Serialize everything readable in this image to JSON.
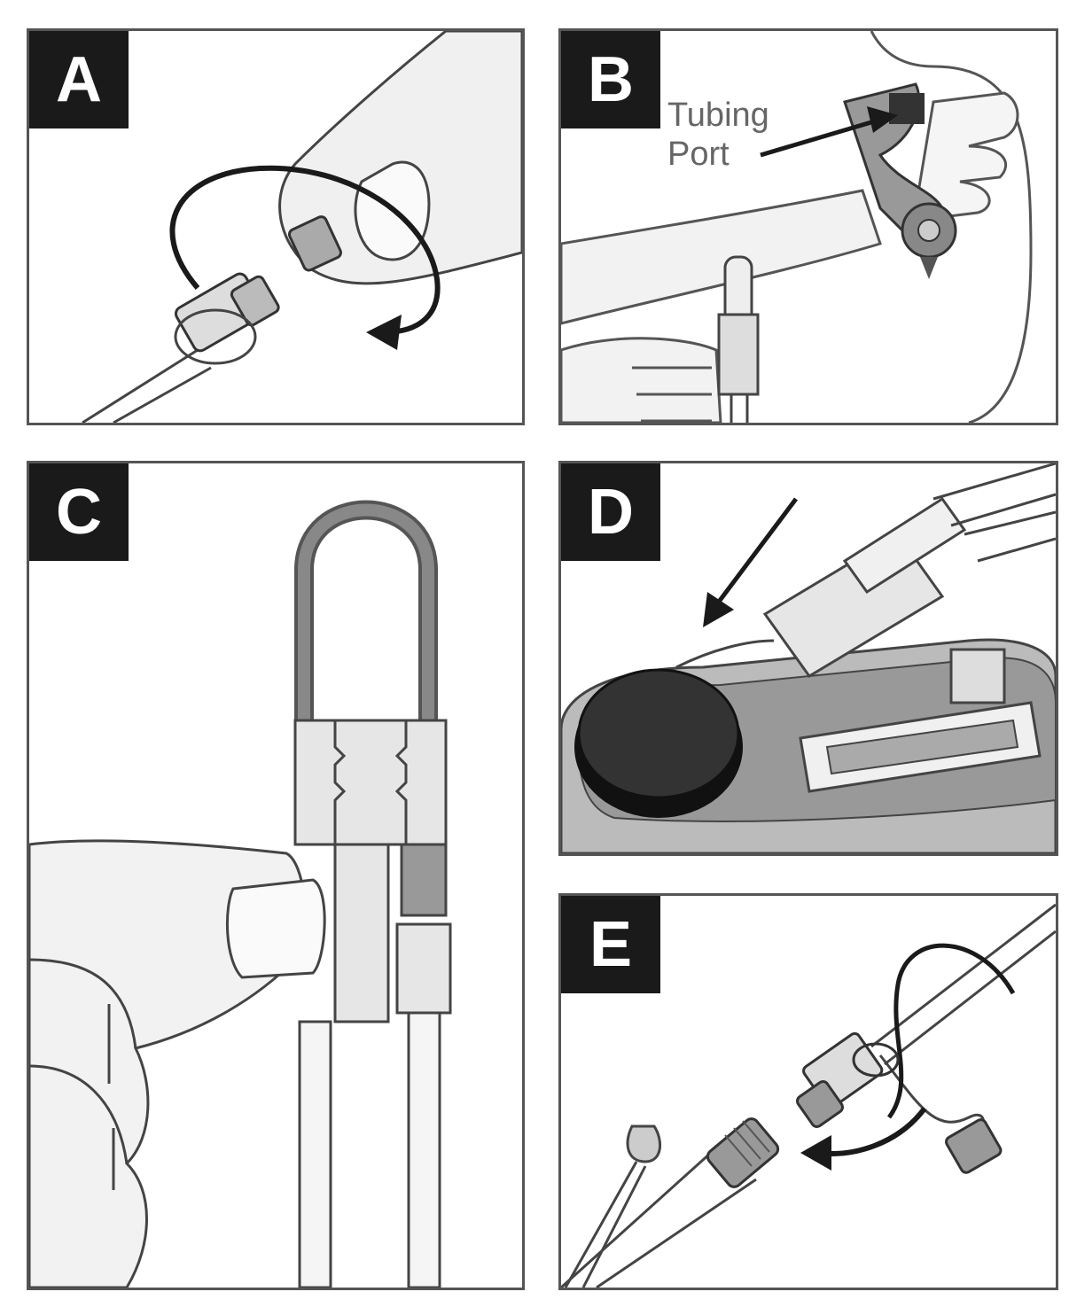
{
  "panels": [
    {
      "id": "A",
      "label": "A"
    },
    {
      "id": "B",
      "label": "B",
      "callout_line1": "Tubing",
      "callout_line2": "Port"
    },
    {
      "id": "C",
      "label": "C"
    },
    {
      "id": "D",
      "label": "D"
    },
    {
      "id": "E",
      "label": "E"
    }
  ],
  "colors": {
    "frame": "#555555",
    "badge": "#1a1a1a",
    "line": "#333333",
    "light_fill": "#eeeeee",
    "mid_fill": "#bbbbbb",
    "dark_fill": "#444444"
  }
}
